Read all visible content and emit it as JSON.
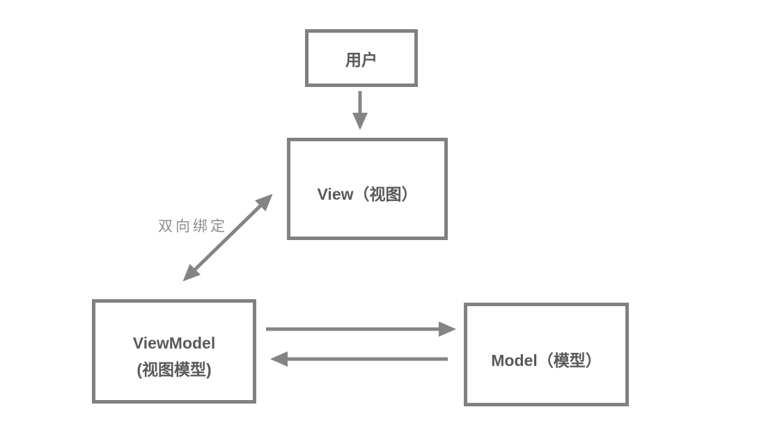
{
  "diagram": {
    "type": "mvvm-pattern-flowchart",
    "nodes": {
      "user": {
        "label": "用户"
      },
      "view": {
        "label": "View（视图）"
      },
      "viewmodel": {
        "label_line1": "ViewModel",
        "label_line2": "(视图模型)"
      },
      "model": {
        "label": "Model（模型）"
      }
    },
    "edges": {
      "user_to_view": {
        "from": "user",
        "to": "view",
        "style": "single-arrow-down"
      },
      "view_viewmodel_binding": {
        "from": "viewmodel",
        "to": "view",
        "style": "double-headed-diagonal",
        "label": "双向绑定"
      },
      "viewmodel_to_model": {
        "from": "viewmodel",
        "to": "model",
        "style": "single-arrow-right"
      },
      "model_to_viewmodel": {
        "from": "model",
        "to": "viewmodel",
        "style": "single-arrow-left"
      }
    },
    "binding_label": "双向绑定",
    "colors": {
      "background": "#ffffff",
      "box_border": "#808080",
      "arrow": "#848484",
      "box_text": "#595959",
      "edge_label_text": "#8c8c8c"
    }
  }
}
